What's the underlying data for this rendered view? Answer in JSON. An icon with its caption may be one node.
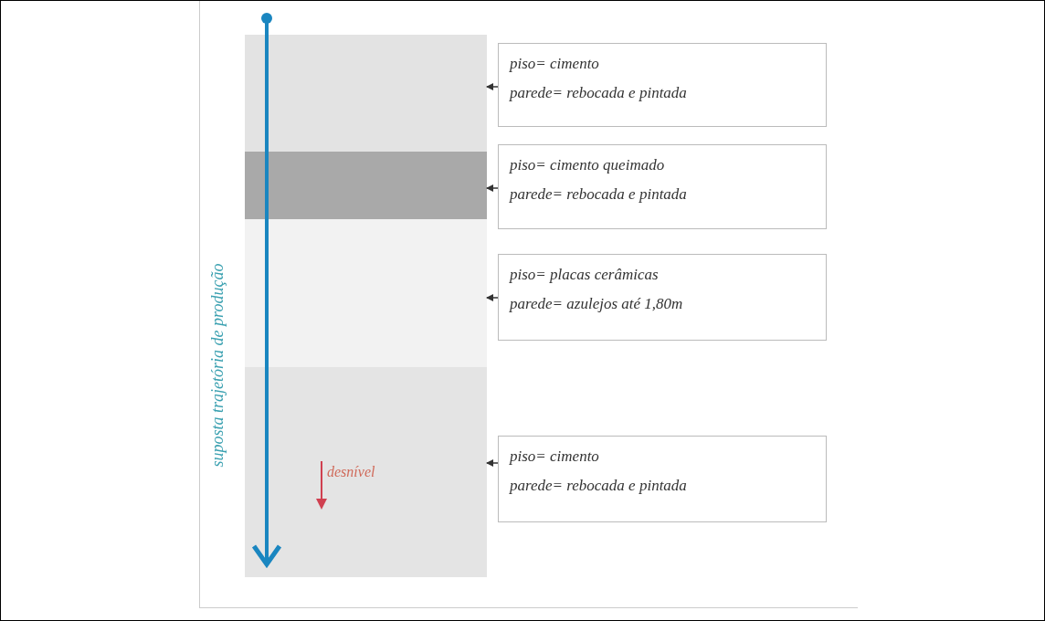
{
  "diagram": {
    "nodes": [
      {
        "text": [],
        "shape": "box"
      },
      {
        "text": [],
        "shape": "box"
      },
      {
        "text": [],
        "shape": "box"
      },
      {
        "text": [],
        "shape": "box"
      },
      {
        "text": [
          "piso= cimento",
          "parede= rebocada e pintada"
        ]
      },
      {
        "text": [
          "piso= cimento queimado",
          "parede= rebocada e pintada"
        ]
      },
      {
        "text": [
          "piso= placas cerâmicas",
          "parede= azulejos até 1,80m"
        ]
      },
      {
        "text": [
          "piso= cimento",
          "parede= rebocada e pintada"
        ]
      }
    ],
    "edges": [
      {
        "from": 4,
        "to": 0,
        "arrow": "to"
      },
      {
        "from": 5,
        "to": 1,
        "arrow": "to"
      },
      {
        "from": 6,
        "to": 2,
        "arrow": "to"
      },
      {
        "from": 7,
        "to": 3,
        "arrow": "to"
      }
    ],
    "labels": [
      "suposta trajetória de produção",
      "desnível"
    ]
  }
}
